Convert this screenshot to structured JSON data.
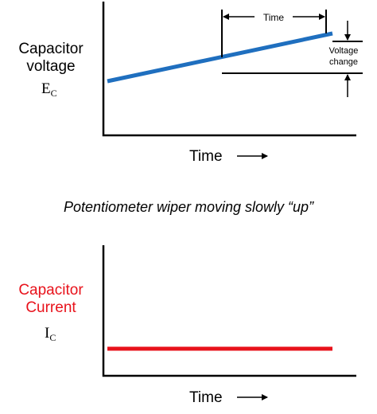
{
  "top_graph": {
    "y_label_line1": "Capacitor",
    "y_label_line2": "voltage",
    "y_symbol_main": "E",
    "y_symbol_sub": "C",
    "x_label": "Time",
    "interval_label": "Time",
    "change_label_line1": "Voltage",
    "change_label_line2": "change",
    "line_color": "#1f6fbf"
  },
  "caption": "Potentiometer wiper moving slowly “up”",
  "bottom_graph": {
    "y_label_line1": "Capacitor",
    "y_label_line2": "Current",
    "y_label_color": "#e8121b",
    "y_symbol_main": "I",
    "y_symbol_sub": "C",
    "x_label": "Time",
    "line_color": "#e8121b"
  }
}
